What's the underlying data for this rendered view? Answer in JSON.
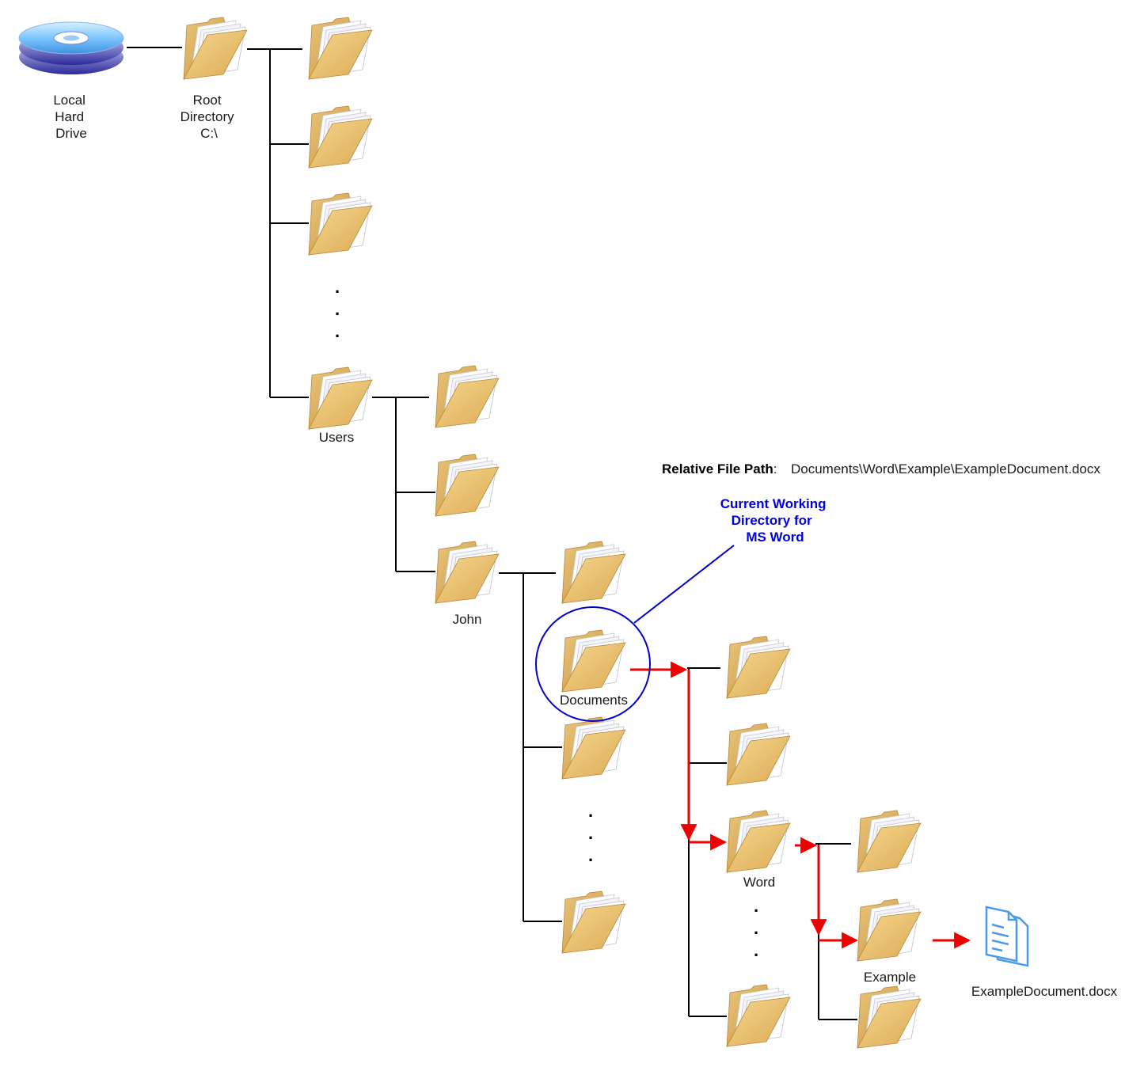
{
  "drive": {
    "icon": "hard-drive-icon",
    "label_lines": [
      "Local",
      "Hard",
      "Drive"
    ]
  },
  "root": {
    "icon": "folder-icon",
    "label_lines": [
      "Root",
      "Directory",
      "C:\\"
    ]
  },
  "folders": {
    "users": "Users",
    "john": "John",
    "documents": "Documents",
    "word": "Word",
    "example": "Example"
  },
  "file": {
    "icon": "document-file-icon",
    "name": "ExampleDocument.docx"
  },
  "ellipsis": ".",
  "relative_path": {
    "label": "Relative File Path",
    "separator": ":",
    "value": "Documents\\Word\\Example\\ExampleDocument.docx"
  },
  "callout": {
    "lines": [
      "Current Working",
      "Directory for",
      "MS Word"
    ]
  },
  "colors": {
    "tree_line": "#000000",
    "path_arrow": "#ee0000",
    "callout": "#0000cc",
    "folder": "#e6bc6e",
    "file_icon": "#4a9be8"
  }
}
